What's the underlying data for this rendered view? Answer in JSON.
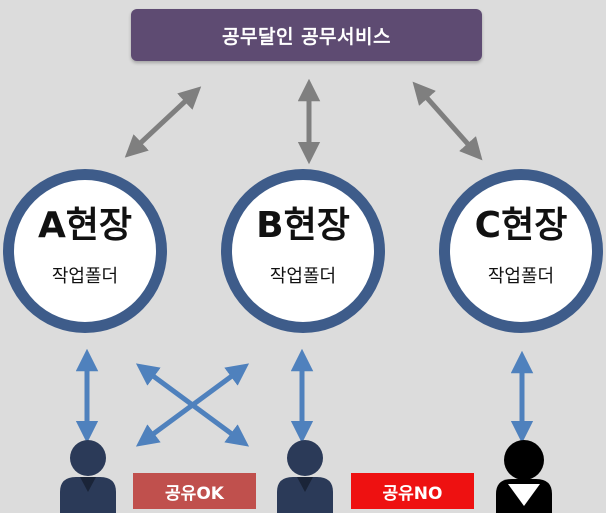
{
  "service": {
    "title": "공무달인 공무서비스"
  },
  "sites": [
    {
      "name": "A현장",
      "sub": "작업폴더"
    },
    {
      "name": "B현장",
      "sub": "작업폴더"
    },
    {
      "name": "C현장",
      "sub": "작업폴더"
    }
  ],
  "tags": {
    "ok": "공유OK",
    "no": "공유NO"
  },
  "colors": {
    "background": "#dcdcdc",
    "service_box": "#5e4b72",
    "circle_ring": "#3e5c8a",
    "gray_arrow": "#7f7f7f",
    "blue_arrow": "#4f81bd",
    "user_icon": "#2b3a58",
    "blocked_user_icon": "#000000",
    "tag_ok": "#c0504d",
    "tag_no": "#ee1111"
  },
  "icons": [
    "double-arrow-icon",
    "user-icon",
    "blocked-user-icon"
  ]
}
